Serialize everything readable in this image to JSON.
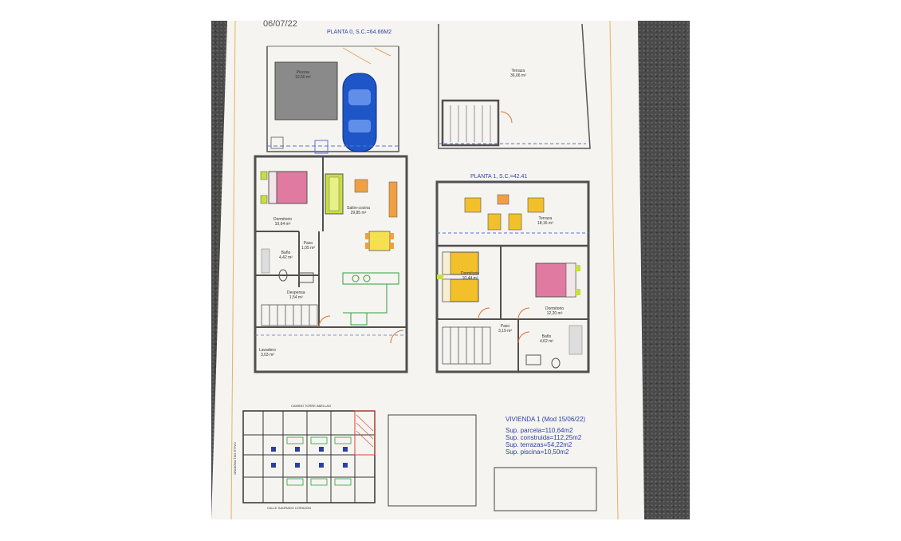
{
  "sheet": {
    "date_stamp": "06/07/22"
  },
  "planta0": {
    "title": "PLANTA 0, S.C.=64.66M2",
    "rooms": {
      "piscina": {
        "name": "Piscina",
        "area": "10,50 m²"
      },
      "dormitorio": {
        "name": "Dormitorio",
        "area": "10,64 m²"
      },
      "salon": {
        "name": "Salón-cocina",
        "area": "29,85 m²"
      },
      "paso": {
        "name": "Paso",
        "area": "1,05 m²"
      },
      "bano": {
        "name": "Baño",
        "area": "4,42 m²"
      },
      "despensa": {
        "name": "Despensa",
        "area": "1,54 m²"
      },
      "lavadero": {
        "name": "Lavadero",
        "area": "3,03 m²"
      }
    }
  },
  "cubierta": {
    "terraza": {
      "name": "Terraza",
      "area": "36,06 m²"
    }
  },
  "planta1": {
    "title": "PLANTA 1, S.C.=42.41",
    "rooms": {
      "terraza": {
        "name": "Terraza",
        "area": "18,16 m²"
      },
      "dormitorio1": {
        "name": "Dormitorio",
        "area": "10,44 m²"
      },
      "dormitorio2": {
        "name": "Dormitorio",
        "area": "12,20 m²"
      },
      "paso": {
        "name": "Paso",
        "area": "3,19 m²"
      },
      "bano": {
        "name": "Baño",
        "area": "4,62 m²"
      }
    }
  },
  "site_plan": {
    "street_top": "CAMINO TORRE ABELLAN",
    "street_bottom": "CALLE SAGRADO CORAZON",
    "street_left": "CALLE DEL PADRINO"
  },
  "info": {
    "title": "VIVIENDA 1 (Mod 15/06/22)",
    "lines": [
      "Sup. parcela=110,64m2",
      "Sup. construida=112,25m2",
      "Sup. terrazas=54,22m2",
      "Sup. piscina=10,50m2"
    ]
  },
  "colors": {
    "wall": "#505050",
    "car": "#1e56c8",
    "bed": "#e07aa0",
    "bed_yellow": "#f2c02a",
    "furniture": "#c6e03a",
    "table": "#f0a040",
    "dim_line": "#5a6fd8",
    "border": "#e8b060",
    "carpet": "#4a4a4a",
    "paper": "#f5f4f0"
  }
}
